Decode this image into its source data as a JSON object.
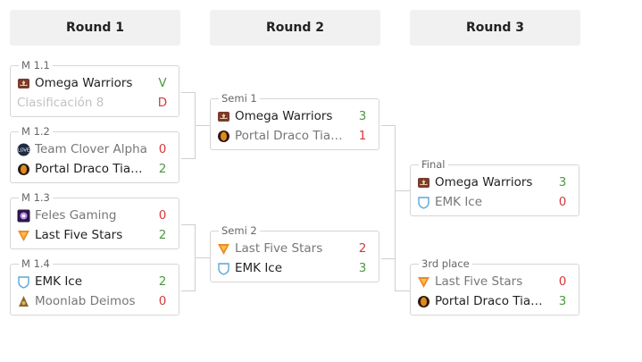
{
  "rounds": [
    {
      "label": "Round 1"
    },
    {
      "label": "Round 2"
    },
    {
      "label": "Round 3"
    }
  ],
  "matches": {
    "m11": {
      "label": "M 1.1",
      "team1": {
        "name": "Omega Warriors",
        "score": "V",
        "logo": "omega-warriors-logo"
      },
      "team2": {
        "name": "Clasificación 8",
        "score": "D",
        "logo": ""
      }
    },
    "m12": {
      "label": "M 1.2",
      "team1": {
        "name": "Team Clover Alpha",
        "score": "0",
        "logo": "team-clover-logo"
      },
      "team2": {
        "name": "Portal Draco Tiamat",
        "score": "2",
        "logo": "portal-draco-logo"
      }
    },
    "m13": {
      "label": "M 1.3",
      "team1": {
        "name": "Feles Gaming",
        "score": "0",
        "logo": "feles-gaming-logo"
      },
      "team2": {
        "name": "Last Five Stars",
        "score": "2",
        "logo": "last-five-stars-logo"
      }
    },
    "m14": {
      "label": "M 1.4",
      "team1": {
        "name": "EMK Ice",
        "score": "2",
        "logo": "emk-ice-logo"
      },
      "team2": {
        "name": "Moonlab Deimos",
        "score": "0",
        "logo": "moonlab-deimos-logo"
      }
    },
    "semi1": {
      "label": "Semi 1",
      "team1": {
        "name": "Omega Warriors",
        "score": "3",
        "logo": "omega-warriors-logo"
      },
      "team2": {
        "name": "Portal Draco Tiamat",
        "score": "1",
        "logo": "portal-draco-logo"
      }
    },
    "semi2": {
      "label": "Semi 2",
      "team1": {
        "name": "Last Five Stars",
        "score": "2",
        "logo": "last-five-stars-logo"
      },
      "team2": {
        "name": "EMK Ice",
        "score": "3",
        "logo": "emk-ice-logo"
      }
    },
    "final": {
      "label": "Final",
      "team1": {
        "name": "Omega Warriors",
        "score": "3",
        "logo": "omega-warriors-logo"
      },
      "team2": {
        "name": "EMK Ice",
        "score": "0",
        "logo": "emk-ice-logo"
      }
    },
    "third": {
      "label": "3rd place",
      "team1": {
        "name": "Last Five Stars",
        "score": "0",
        "logo": "last-five-stars-logo"
      },
      "team2": {
        "name": "Portal Draco Tiamat",
        "score": "3",
        "logo": "portal-draco-logo"
      }
    }
  },
  "colors": {
    "win": "#4a9a3e",
    "loss": "#d43b3b"
  }
}
